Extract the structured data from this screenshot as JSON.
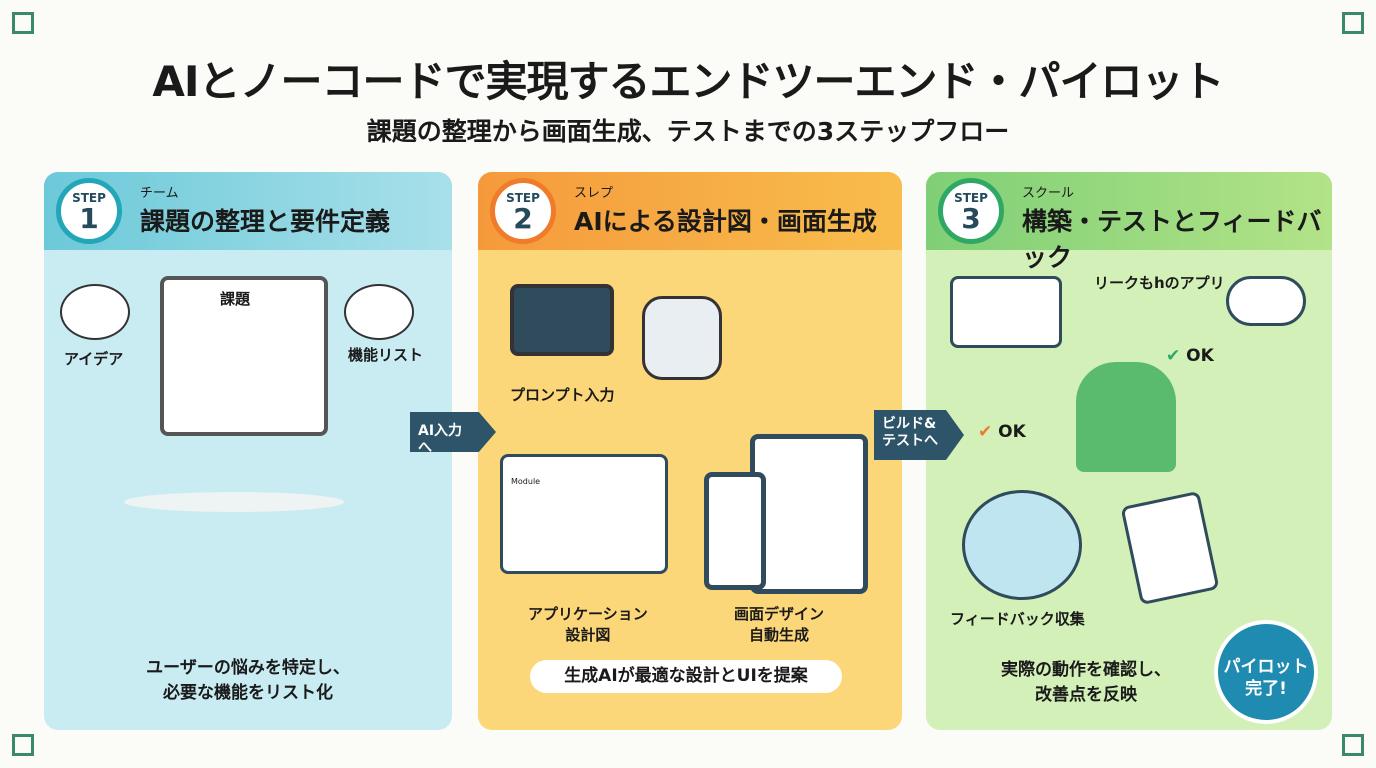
{
  "title": "AIとノーコードで実現するエンドツーエンド・パイロット",
  "subtitle": "課題の整理から画面生成、テストまでの3ステップフロー",
  "steps": [
    {
      "badge": "STEP",
      "number": "1",
      "small": "チーム",
      "heading": "課題の整理と要件定義",
      "labels": {
        "idea": "アイデア",
        "board": "課題",
        "features": "機能リスト"
      },
      "caption_1": "ユーザーの悩みを特定し、",
      "caption_2": "必要な機能をリスト化"
    },
    {
      "badge": "STEP",
      "number": "2",
      "small": "スレプ",
      "heading": "AIによる設計図・画面生成",
      "labels": {
        "prompt": "プロンプト入力",
        "design_1": "アプリケーション",
        "design_2": "設計図",
        "screen_1": "画面デザイン",
        "screen_2": "自動生成",
        "module": "Module"
      },
      "caption": "生成AIが最適な設計とUIを提案"
    },
    {
      "badge": "STEP",
      "number": "3",
      "small": "スクール",
      "heading": "構築・テストとフィードバック",
      "labels": {
        "app": "リークもhのアプリ",
        "ok1": "OK",
        "ok2": "OK",
        "feedback": "フィードバック収集"
      },
      "caption_1": "実際の動作を確認し、",
      "caption_2": "改善点を反映",
      "done_1": "パイロット",
      "done_2": "完了!"
    }
  ],
  "arrows": {
    "to_ai": "AI入力へ",
    "to_build_1": "ビルド&",
    "to_build_2": "テストへ"
  }
}
